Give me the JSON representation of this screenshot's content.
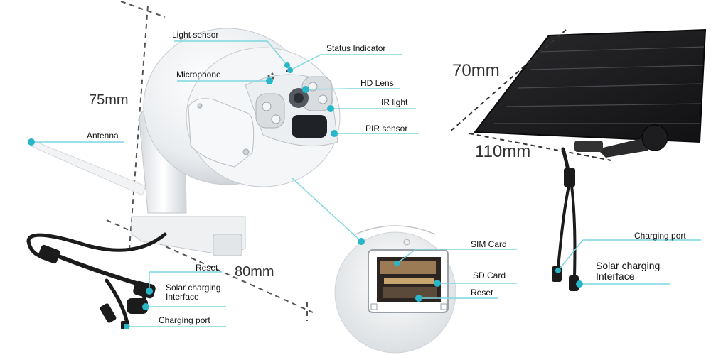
{
  "camera": {
    "labels": {
      "light_sensor": "Light sensor",
      "status_indicator": "Status Indicator",
      "microphone": "Microphone",
      "hd_lens": "HD Lens",
      "ir_light": "IR light",
      "pir_sensor": "PIR sensor",
      "antenna": "Antenna",
      "reset": "Reset",
      "solar_charging_interface": [
        "Solar charging",
        "Interface"
      ],
      "charging_port": "Charging port"
    },
    "dimensions": {
      "height": "75mm",
      "depth": "80mm"
    }
  },
  "detail": {
    "labels": {
      "sim_card": "SIM Card",
      "sd_card": "SD Card",
      "reset": "Reset"
    }
  },
  "solar_panel": {
    "dimensions": {
      "height": "70mm",
      "width": "110mm"
    },
    "labels": {
      "charging_port": "Charging port",
      "solar_charging_interface": [
        "Solar charging",
        "Interface"
      ]
    }
  },
  "colors": {
    "accent": "#29b6c9",
    "callout_line": "#7fd6e0",
    "dimension_line": "#555555",
    "panel": "#1c1c1e"
  }
}
